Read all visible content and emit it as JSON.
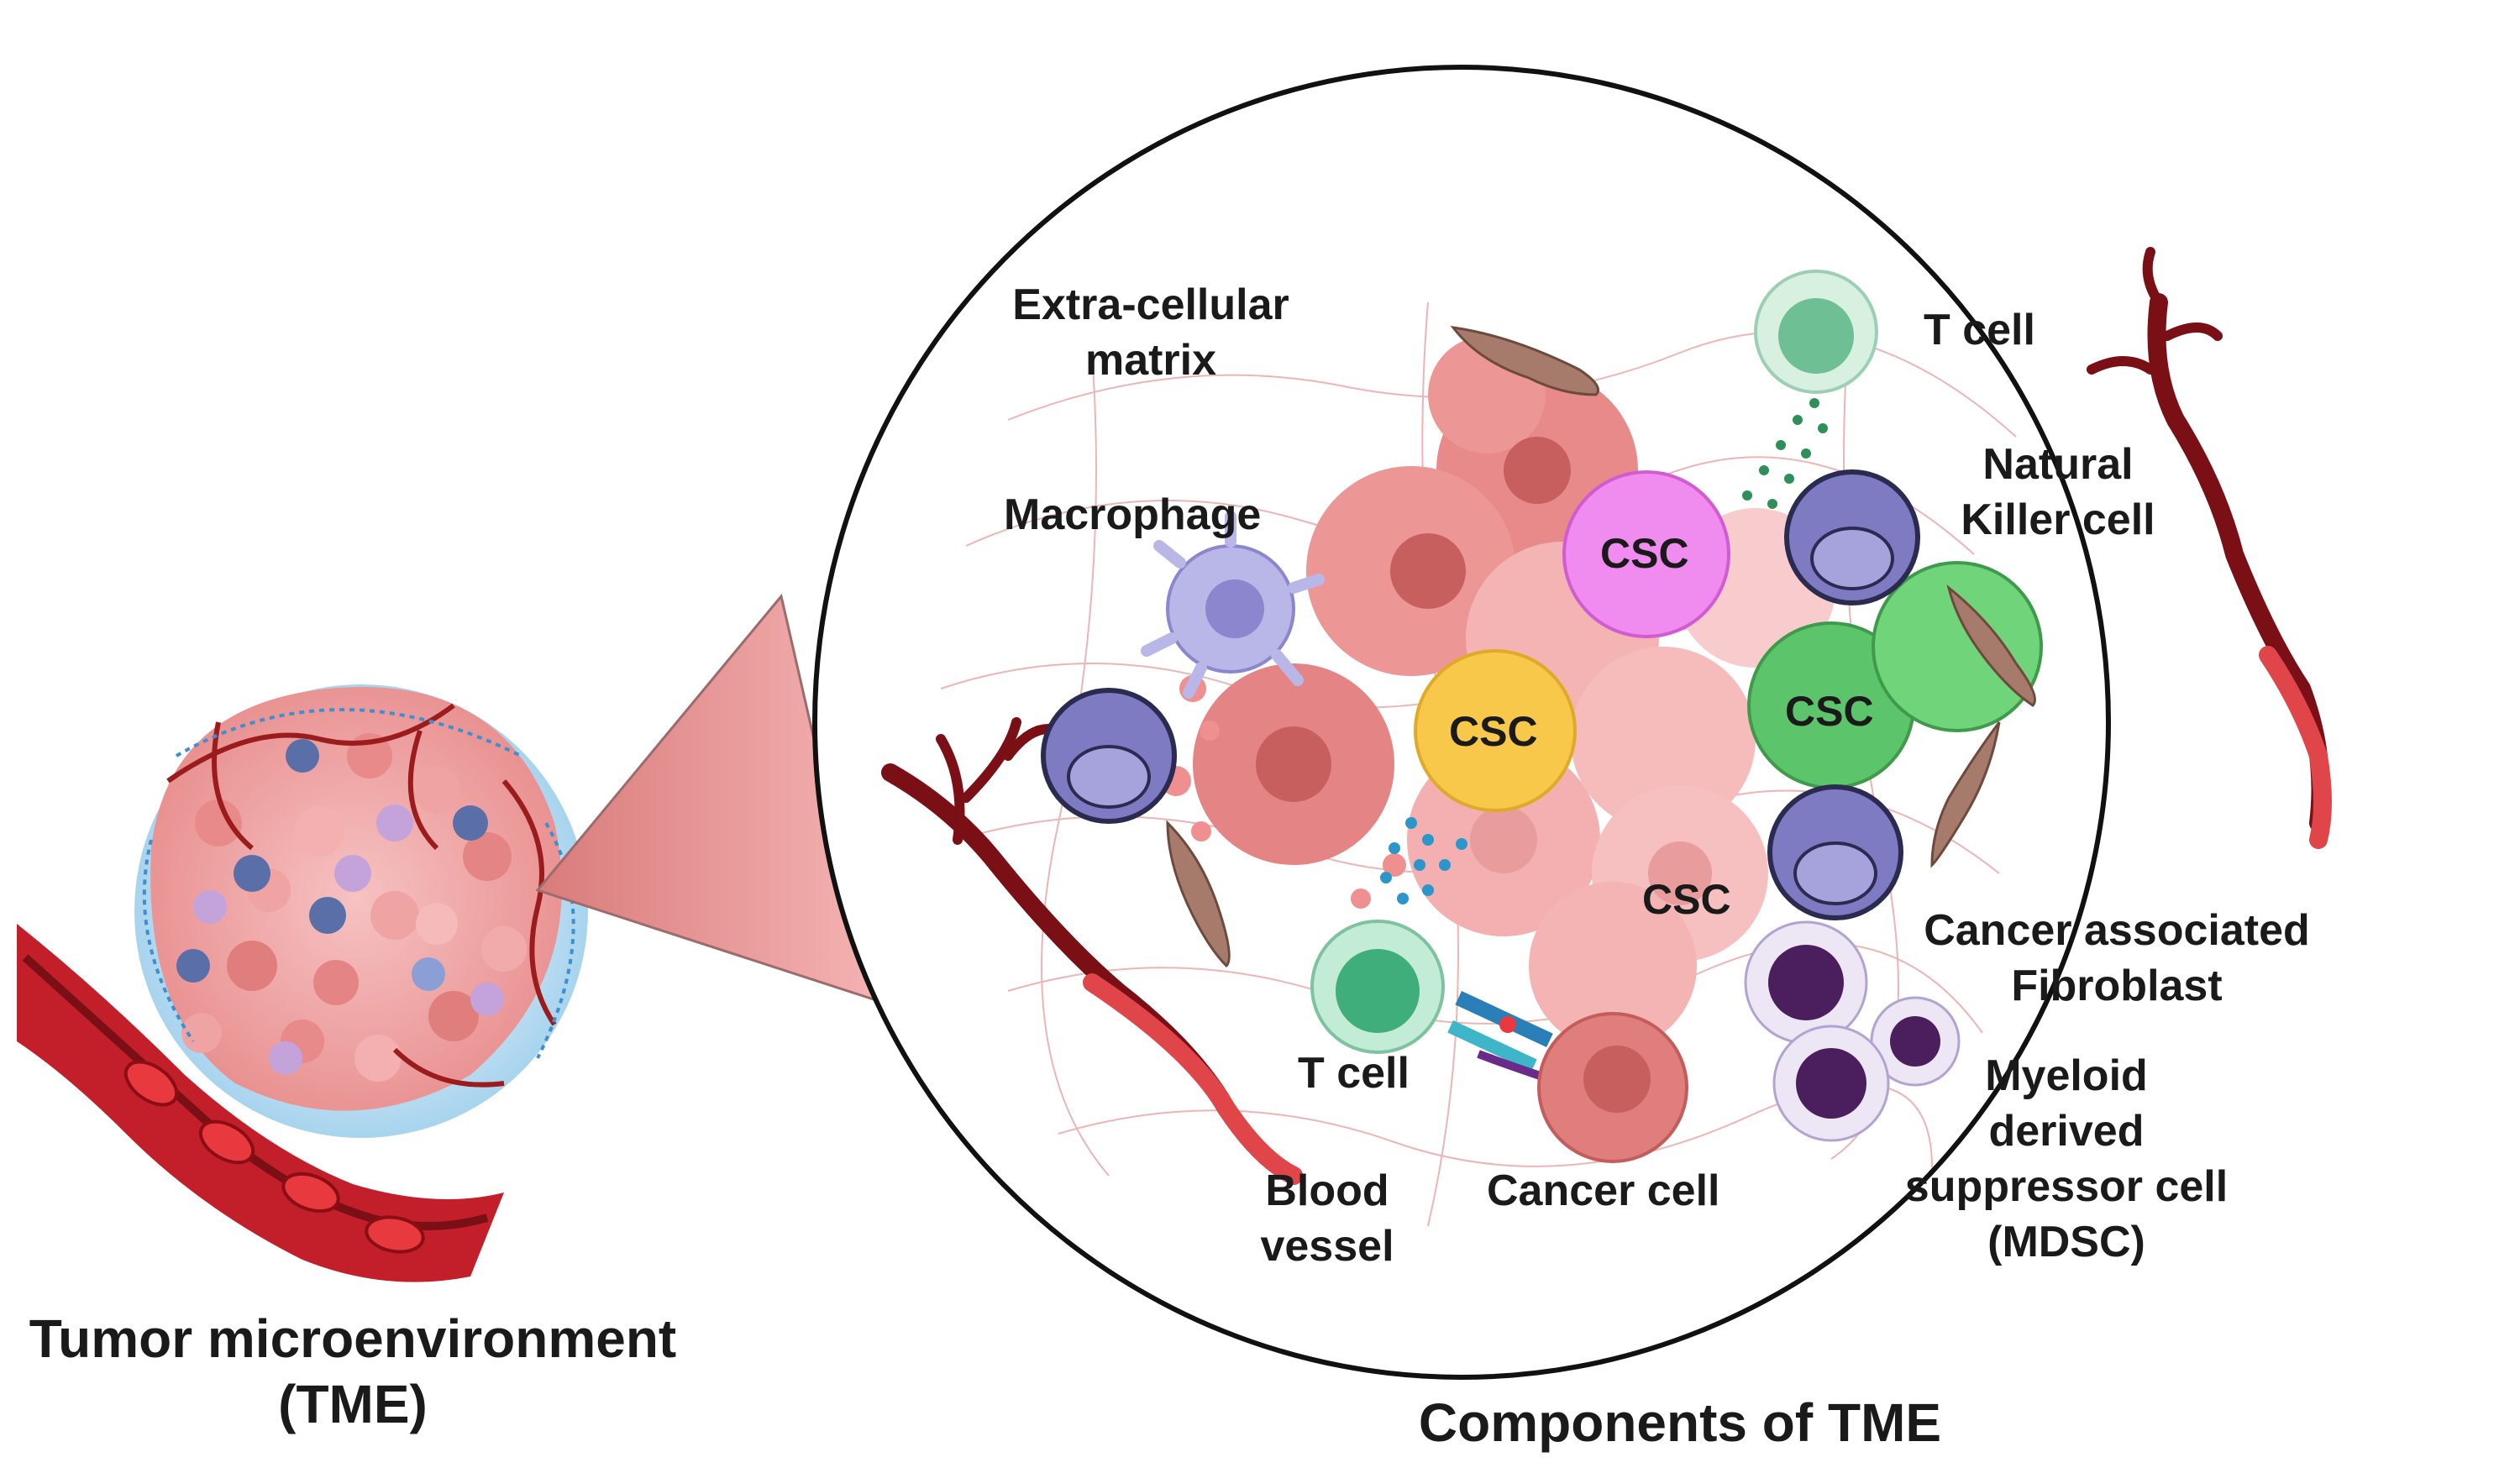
{
  "left_caption": [
    "Tumor microenvironment",
    "(TME)"
  ],
  "right_caption": "Components of TME",
  "labels": {
    "ecm": [
      "Extra-cellular",
      "matrix"
    ],
    "t_cell_top": "T cell",
    "nk_cell": [
      "Natural",
      "Killer cell"
    ],
    "macrophage": "Macrophage",
    "csc": "CSC",
    "caf": [
      "Cancer associated",
      "Fibroblast"
    ],
    "t_cell_bottom": "T cell",
    "mdsc": [
      "Myeloid",
      "derived",
      "suppressor cell",
      "(MDSC)"
    ],
    "blood_vessel": [
      "Blood",
      "vessel"
    ],
    "cancer_cell": "Cancer cell"
  },
  "colors": {
    "vessel_dark": "#8b1a1a",
    "vessel_red": "#e0454a",
    "cancer_pink": "#f2a6a6",
    "cancer_dark": "#d96b6b",
    "csc_magenta": "#f08cf0",
    "csc_yellow": "#f7c84a",
    "csc_green": "#5cc46a",
    "nk_purple": "#7f7bc2",
    "tcell_green": "#8fd8b8",
    "mdsc_purple": "#5b2a6e",
    "fibroblast_brown": "#a67b6b",
    "ecm_lines": "#e8a3a3"
  }
}
